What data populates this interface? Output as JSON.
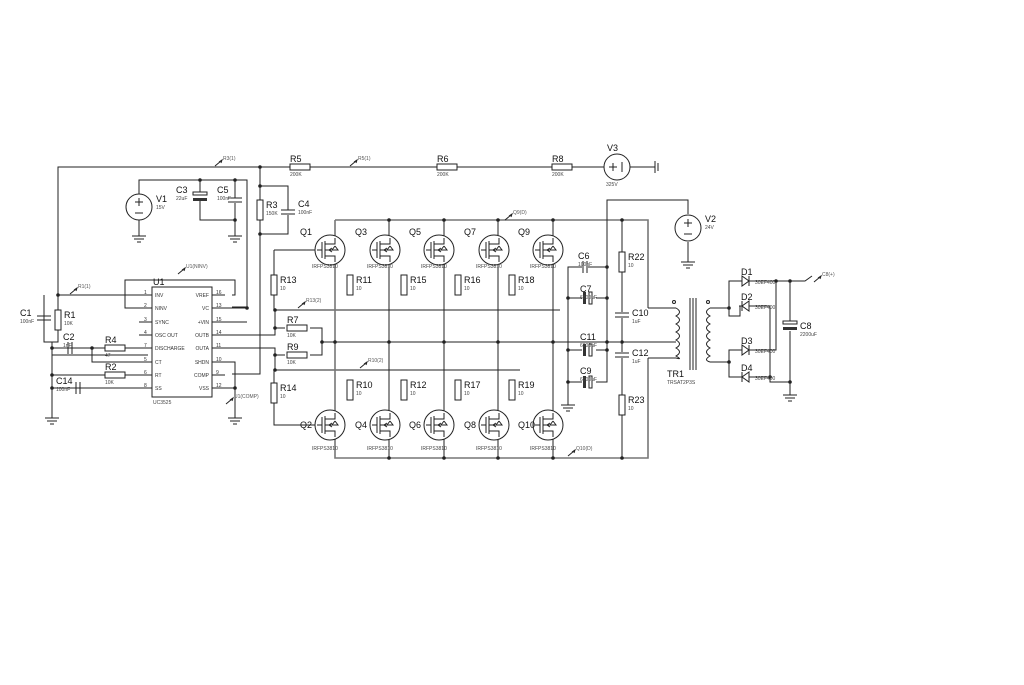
{
  "schematic": {
    "nets": [
      "R3(1)",
      "R5(1)",
      "R1(1)",
      "U1(NINV)",
      "R13(2)",
      "R10(2)",
      "U1(COMP)",
      "Q9(D)",
      "Q10(D)",
      "C8(+)"
    ],
    "sources": [
      {
        "ref": "V1",
        "value": "15V"
      },
      {
        "ref": "V2",
        "value": "24V"
      },
      {
        "ref": "V3",
        "value": "325V"
      }
    ],
    "resistors": [
      {
        "ref": "R1",
        "value": "10K"
      },
      {
        "ref": "R2",
        "value": "10K"
      },
      {
        "ref": "R3",
        "value": "150K"
      },
      {
        "ref": "R4",
        "value": "47"
      },
      {
        "ref": "R5",
        "value": "200K"
      },
      {
        "ref": "R6",
        "value": "200K"
      },
      {
        "ref": "R8",
        "value": "200K"
      },
      {
        "ref": "R7",
        "value": "10K"
      },
      {
        "ref": "R9",
        "value": "10K"
      },
      {
        "ref": "R13",
        "value": "10"
      },
      {
        "ref": "R11",
        "value": "10"
      },
      {
        "ref": "R15",
        "value": "10"
      },
      {
        "ref": "R16",
        "value": "10"
      },
      {
        "ref": "R18",
        "value": "10"
      },
      {
        "ref": "R14",
        "value": "10"
      },
      {
        "ref": "R10",
        "value": "10"
      },
      {
        "ref": "R12",
        "value": "10"
      },
      {
        "ref": "R17",
        "value": "10"
      },
      {
        "ref": "R19",
        "value": "10"
      },
      {
        "ref": "R22",
        "value": "10"
      },
      {
        "ref": "R23",
        "value": "10"
      }
    ],
    "capacitors": [
      {
        "ref": "C1",
        "value": "100nF"
      },
      {
        "ref": "C2",
        "value": "1nF"
      },
      {
        "ref": "C3",
        "value": "22uF"
      },
      {
        "ref": "C4",
        "value": "100nF"
      },
      {
        "ref": "C5",
        "value": "100nF"
      },
      {
        "ref": "C14",
        "value": "100nF"
      },
      {
        "ref": "C6",
        "value": "100nF"
      },
      {
        "ref": "C7",
        "value": "6800uF"
      },
      {
        "ref": "C11",
        "value": "6800uF"
      },
      {
        "ref": "C9",
        "value": "6800uF"
      },
      {
        "ref": "C10",
        "value": "1uF"
      },
      {
        "ref": "C12",
        "value": "1uF"
      },
      {
        "ref": "C8",
        "value": "2200uF"
      }
    ],
    "mosfets": [
      {
        "ref": "Q1",
        "part": "IRFPS3810"
      },
      {
        "ref": "Q3",
        "part": "IRFPS3810"
      },
      {
        "ref": "Q5",
        "part": "IRFPS3810"
      },
      {
        "ref": "Q7",
        "part": "IRFPS3810"
      },
      {
        "ref": "Q9",
        "part": "IRFPS3810"
      },
      {
        "ref": "Q2",
        "part": "IRFPS3810"
      },
      {
        "ref": "Q4",
        "part": "IRFPS3810"
      },
      {
        "ref": "Q6",
        "part": "IRFPS3810"
      },
      {
        "ref": "Q8",
        "part": "IRFPS3810"
      },
      {
        "ref": "Q10",
        "part": "IRFPS3810"
      }
    ],
    "diodes": [
      {
        "ref": "D1",
        "part": "30EF400"
      },
      {
        "ref": "D2",
        "part": "30EF400"
      },
      {
        "ref": "D3",
        "part": "30EF400"
      },
      {
        "ref": "D4",
        "part": "30EF400"
      }
    ],
    "transformer": {
      "ref": "TR1",
      "part": "TRSAT2P3S"
    },
    "ic": {
      "ref": "U1",
      "part": "UC3525",
      "left_pins": [
        {
          "num": "1",
          "name": "INV"
        },
        {
          "num": "2",
          "name": "NINV"
        },
        {
          "num": "3",
          "name": "SYNC"
        },
        {
          "num": "4",
          "name": "OSC OUT"
        },
        {
          "num": "7",
          "name": "DISCHARGE"
        },
        {
          "num": "5",
          "name": "CT"
        },
        {
          "num": "6",
          "name": "RT"
        },
        {
          "num": "8",
          "name": "SS"
        }
      ],
      "right_pins": [
        {
          "num": "16",
          "name": "VREF"
        },
        {
          "num": "13",
          "name": "VC"
        },
        {
          "num": "15",
          "name": "+VIN"
        },
        {
          "num": "14",
          "name": "OUTB"
        },
        {
          "num": "11",
          "name": "OUTA"
        },
        {
          "num": "10",
          "name": "SHDN"
        },
        {
          "num": "9",
          "name": "COMP"
        },
        {
          "num": "12",
          "name": "VSS"
        }
      ]
    }
  }
}
